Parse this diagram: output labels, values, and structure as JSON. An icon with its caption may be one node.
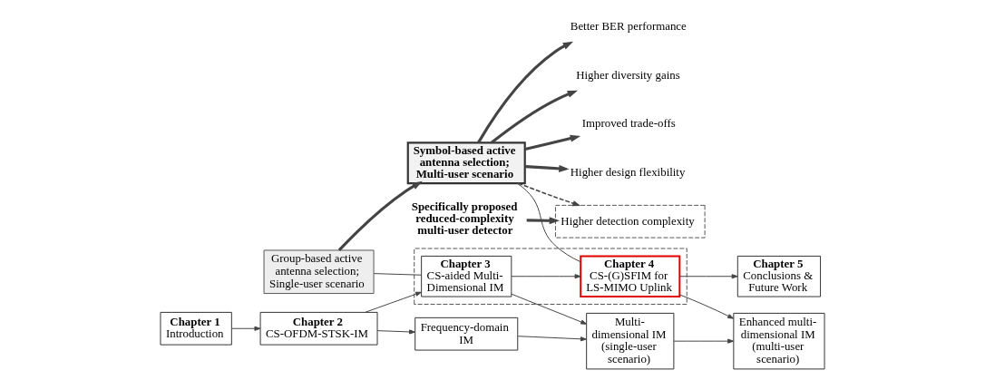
{
  "diagram": {
    "nodes": [
      {
        "text": [
          "Group-based active antenna selection; Single-user scenario"
        ]
      },
      {
        "text": [
          "Symbol-based active antenna selection; Multi-user scenario"
        ]
      },
      {
        "text": [
          "Higher design flexibility"
        ]
      },
      {
        "text": [
          "Better BER performance"
        ]
      },
      {
        "text": [
          "Higher diversity gains"
        ]
      },
      {
        "text": [
          "Improved trade-offs"
        ]
      },
      {
        "text": [
          "Higher detection complexity"
        ]
      },
      {
        "text": [],
        "shape": "box"
      },
      {
        "text": [
          "Chapter 1",
          "Introduction"
        ]
      },
      {
        "text": [
          "Chapter 2",
          "CS-OFDM-STSK-IM"
        ]
      },
      {
        "text": [
          "Chapter 3",
          "CS-aided Multi-Dimensional IM"
        ],
        "in": 7
      },
      {
        "text": [
          "Chapter 4",
          "CS-(G)SFIM for LS-MIMO Uplink"
        ],
        "in": 7
      },
      {
        "text": [
          "Chapter 5",
          "Conclusions & Future Work"
        ]
      },
      {
        "text": [
          "Frequency-domain IM"
        ]
      },
      {
        "text": [
          "Multi-dimensional IM (single-user scenario)"
        ]
      },
      {
        "text": [
          "Enhanced multi-dimensional IM (multi-user scenario)"
        ]
      },
      {
        "text": [
          "Specifically proposed reduced-complexity multi-user detector"
        ]
      }
    ],
    "edges": [
      {
        "from": 0,
        "to": 1,
        "arrow": "to",
        "style": "thick"
      },
      {
        "from": 1,
        "to": 2,
        "arrow": "to",
        "style": "thick"
      },
      {
        "from": 1,
        "to": 3,
        "arrow": "to",
        "style": "thick"
      },
      {
        "from": 1,
        "to": 4,
        "arrow": "to",
        "style": "thick"
      },
      {
        "from": 1,
        "to": 5,
        "arrow": "to",
        "style": "thick"
      },
      {
        "from": 1,
        "to": 6,
        "arrow": "to",
        "style": "dashed"
      },
      {
        "from": 0,
        "to": 10,
        "arrow": "none"
      },
      {
        "from": 1,
        "to": 11,
        "arrow": "none"
      },
      {
        "from": 8,
        "to": 9,
        "arrow": "to"
      },
      {
        "from": 9,
        "to": 10,
        "arrow": "to"
      },
      {
        "from": 10,
        "to": 11,
        "arrow": "to"
      },
      {
        "from": 11,
        "to": 12,
        "arrow": "to"
      },
      {
        "from": 9,
        "to": 13,
        "arrow": "to"
      },
      {
        "from": 10,
        "to": 14,
        "arrow": "to"
      },
      {
        "from": 13,
        "to": 14,
        "arrow": "to"
      },
      {
        "from": 14,
        "to": 15,
        "arrow": "to"
      },
      {
        "from": 11,
        "to": 15,
        "arrow": "to"
      },
      {
        "from": 16,
        "to": 6,
        "arrow": "to",
        "style": "thick"
      }
    ]
  }
}
